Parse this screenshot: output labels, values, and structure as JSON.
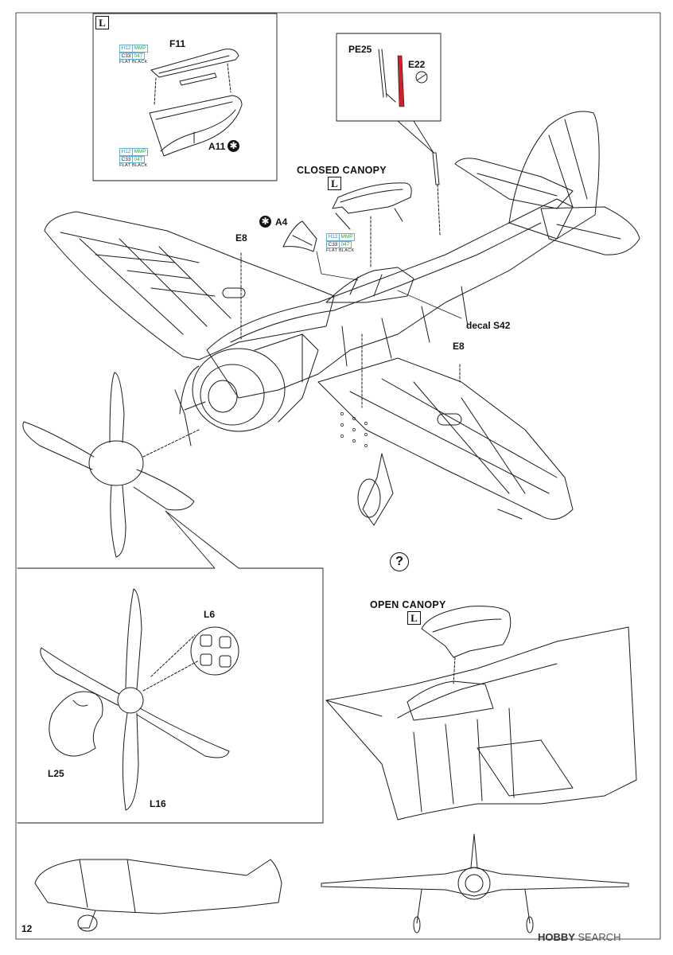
{
  "inset_l": {
    "box_label": "L",
    "part_f11": "F11",
    "part_a11": "A11",
    "paint_top": {
      "h": "H12",
      "mmp": "MMP",
      "c": "C33",
      "code": "047",
      "name": "FLAT BLACK"
    },
    "paint_bottom": {
      "h": "H12",
      "mmp": "MMP",
      "c": "C33",
      "code": "047",
      "name": "FLAT BLACK"
    }
  },
  "inset_pe": {
    "part_pe25": "PE25",
    "part_e22": "E22"
  },
  "main": {
    "closed_canopy": "CLOSED CANOPY",
    "closed_box": "L",
    "part_a4": "A4",
    "paint_canopy": {
      "h": "H12",
      "mmp": "MMP",
      "c": "C33",
      "code": "047",
      "name": "FLAT BLACK"
    },
    "part_e8_left": "E8",
    "part_e8_right": "E8",
    "decal": "decal S42",
    "question": "?"
  },
  "prop_inset": {
    "part_l6": "L6",
    "part_l25": "L25",
    "part_l16": "L16"
  },
  "open_canopy": {
    "title": "OPEN CANOPY",
    "box": "L"
  },
  "footer": {
    "page_number": "12",
    "watermark_brand": "HOBBY",
    "watermark_word": "SEARCH"
  },
  "colors": {
    "line": "#1a1a1a",
    "accent_red": "#c8242c",
    "paint_blue": "#2e8fc4",
    "paint_green": "#31a24a"
  }
}
